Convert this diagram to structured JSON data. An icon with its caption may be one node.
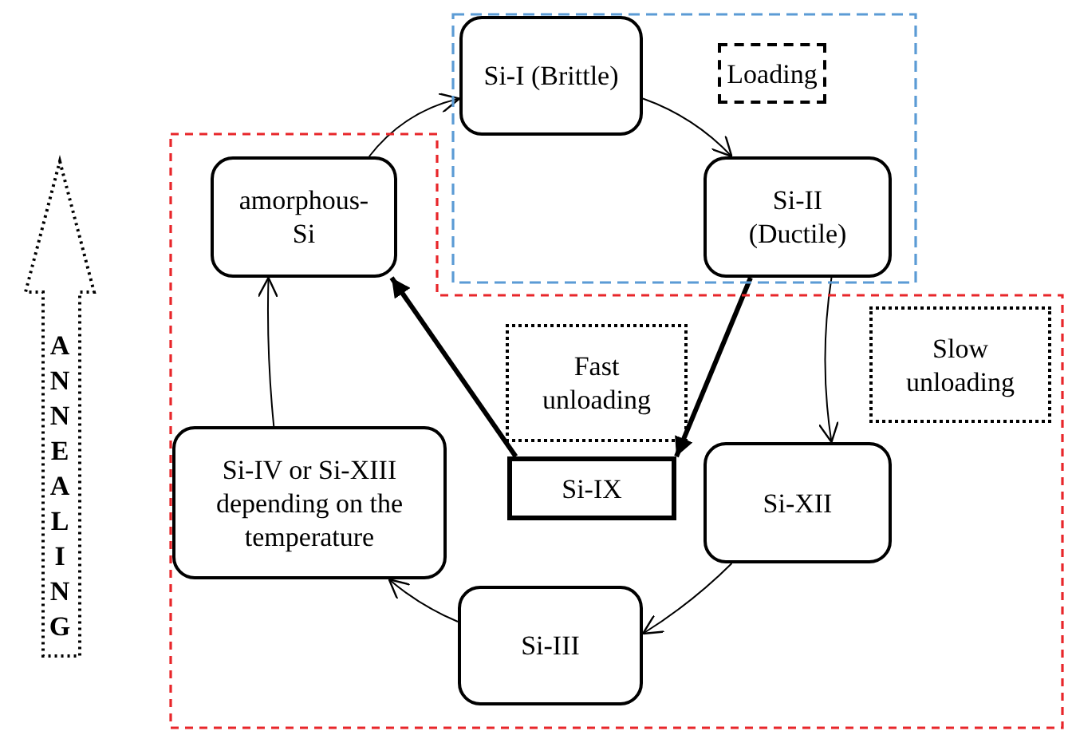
{
  "diagram": {
    "nodes": [
      {
        "text": [],
        "shape": "box"
      },
      {
        "text": [
          "Si-I (Brittle)"
        ],
        "in": 0
      },
      {
        "text": [
          "Loading"
        ],
        "in": 0
      },
      {
        "text": [
          "Si-II (Ductile)"
        ],
        "in": 0
      },
      {
        "text": [],
        "shape": "box"
      },
      {
        "text": [
          "amorphous-Si"
        ],
        "in": 4
      },
      {
        "text": [
          "Fast unloading"
        ],
        "in": 4
      },
      {
        "text": [
          "Slow unloading"
        ],
        "in": 4
      },
      {
        "text": [
          "Si-IV or Si-XIII depending on the temperature"
        ],
        "in": 4
      },
      {
        "text": [
          "Si-IX"
        ],
        "in": 4
      },
      {
        "text": [
          "Si-XII"
        ],
        "in": 4
      },
      {
        "text": [
          "Si-III"
        ],
        "in": 4
      },
      {
        "text": [
          "ANNEALING"
        ]
      }
    ],
    "edges": [
      {
        "from": 5,
        "to": 1,
        "arrow": "to"
      },
      {
        "from": 1,
        "to": 3,
        "arrow": "to"
      },
      {
        "from": 3,
        "to": 9,
        "arrow": "to",
        "style": "thick"
      },
      {
        "from": 9,
        "to": 5,
        "arrow": "to",
        "style": "thick"
      },
      {
        "from": 3,
        "to": 10,
        "arrow": "to"
      },
      {
        "from": 10,
        "to": 11,
        "arrow": "to"
      },
      {
        "from": 11,
        "to": 8,
        "arrow": "to"
      },
      {
        "from": 8,
        "to": 5,
        "arrow": "to"
      }
    ]
  }
}
